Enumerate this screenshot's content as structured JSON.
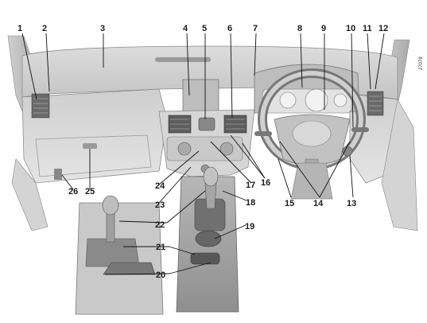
{
  "figure": {
    "reference_code": "27078",
    "callouts": [
      {
        "id": "1",
        "label": "1"
      },
      {
        "id": "2",
        "label": "2"
      },
      {
        "id": "3",
        "label": "3"
      },
      {
        "id": "4",
        "label": "4"
      },
      {
        "id": "5",
        "label": "5"
      },
      {
        "id": "6",
        "label": "6"
      },
      {
        "id": "7",
        "label": "7"
      },
      {
        "id": "8",
        "label": "8"
      },
      {
        "id": "9",
        "label": "9"
      },
      {
        "id": "10",
        "label": "10"
      },
      {
        "id": "11",
        "label": "11"
      },
      {
        "id": "12",
        "label": "12"
      },
      {
        "id": "13",
        "label": "13"
      },
      {
        "id": "14",
        "label": "14"
      },
      {
        "id": "15",
        "label": "15"
      },
      {
        "id": "16",
        "label": "16"
      },
      {
        "id": "17",
        "label": "17"
      },
      {
        "id": "18",
        "label": "18"
      },
      {
        "id": "19",
        "label": "19"
      },
      {
        "id": "20",
        "label": "20"
      },
      {
        "id": "21",
        "label": "21"
      },
      {
        "id": "22",
        "label": "22"
      },
      {
        "id": "23",
        "label": "23"
      },
      {
        "id": "24",
        "label": "24"
      },
      {
        "id": "25",
        "label": "25"
      },
      {
        "id": "26",
        "label": "26"
      }
    ]
  }
}
